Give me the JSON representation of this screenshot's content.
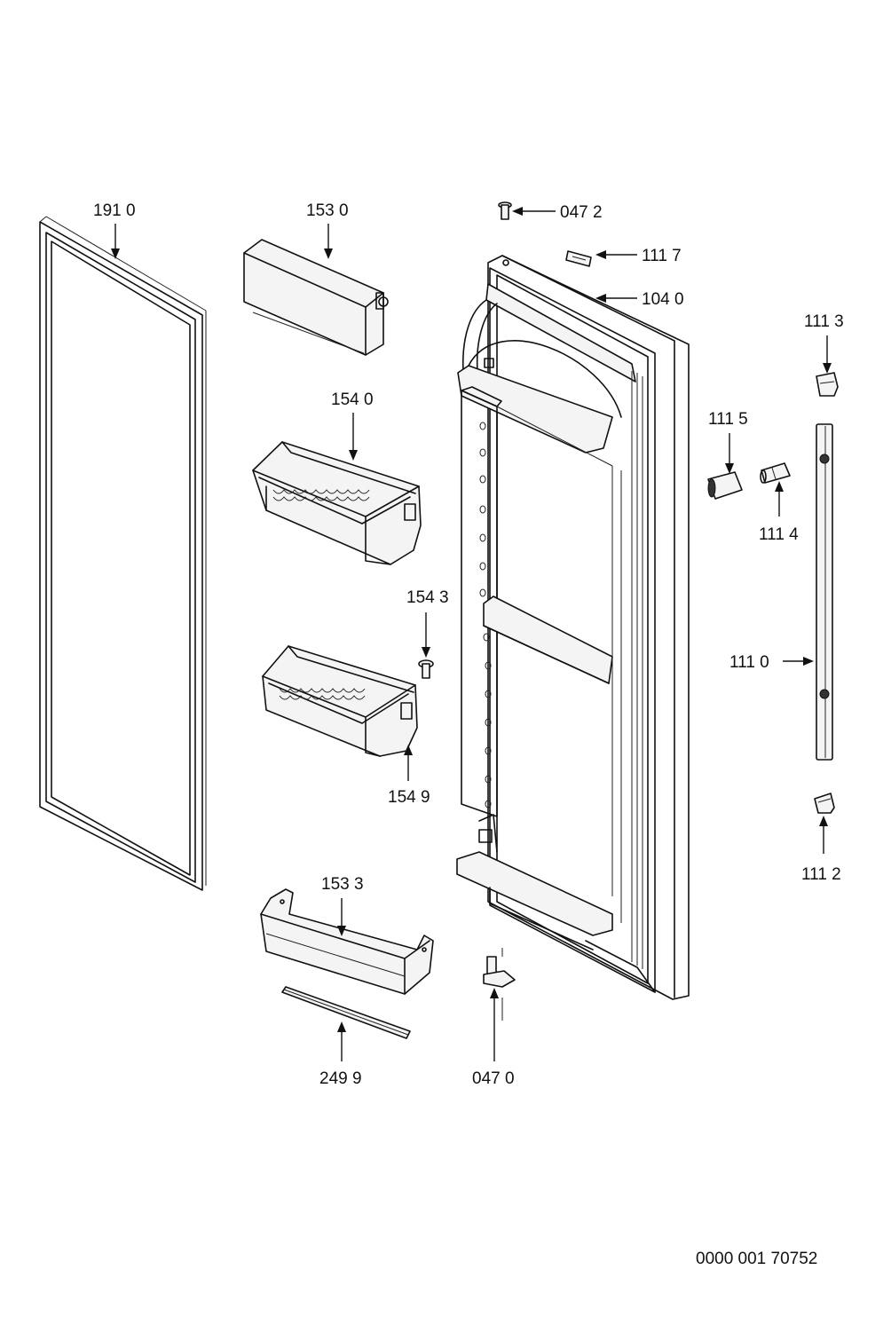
{
  "callouts": {
    "p1910": "191 0",
    "p1530": "153 0",
    "p0472": "047 2",
    "p1117": "111 7",
    "p1040": "104 0",
    "p1113": "111 3",
    "p1540": "154 0",
    "p1115": "111 5",
    "p1114": "111 4",
    "p1543": "154 3",
    "p1110": "111 0",
    "p1549": "154 9",
    "p1112": "111 2",
    "p1533": "153 3",
    "p2499": "249 9",
    "p0470": "047 0"
  },
  "document_number": "0000 001 70752"
}
